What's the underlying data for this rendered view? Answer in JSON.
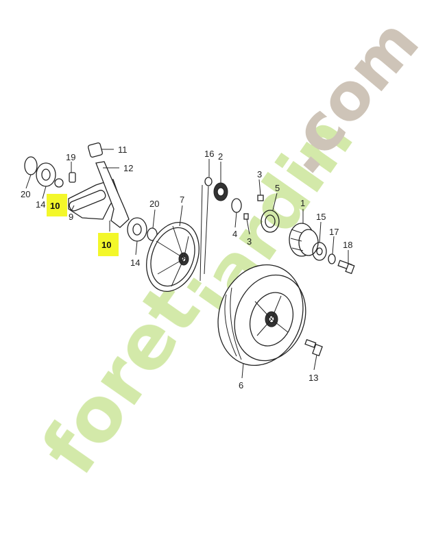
{
  "watermark": {
    "line1": "foret",
    "line2": "jardin",
    "suffix": ".com",
    "color_green": "#cfe7a0",
    "color_orange": "#f5c68a",
    "color_gray": "#c9beb0"
  },
  "highlight_color": "#f3f72a",
  "labels": {
    "p1": "1",
    "p2": "2",
    "p3a": "3",
    "p3b": "3",
    "p4": "4",
    "p5": "5",
    "p6": "6",
    "p7": "7",
    "p9": "9",
    "p10a": "10",
    "p10b": "10",
    "p11": "11",
    "p12": "12",
    "p13": "13",
    "p14a": "14",
    "p14b": "14",
    "p15": "15",
    "p16": "16",
    "p17": "17",
    "p18": "18",
    "p19": "19",
    "p20a": "20",
    "p20b": "20"
  }
}
